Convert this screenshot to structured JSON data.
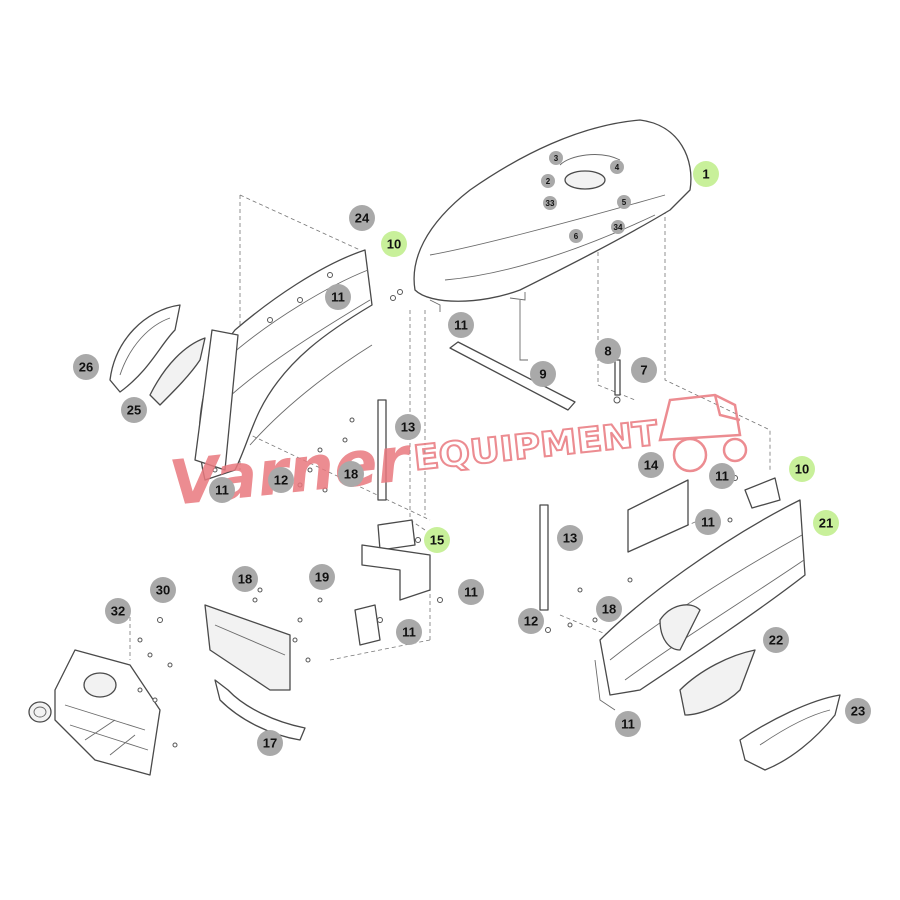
{
  "colors": {
    "callout_gray": "#a9a9a9",
    "callout_green": "#c8f09a",
    "watermark": "#e9787e"
  },
  "watermark": {
    "brand_script": "Varner",
    "brand_block": "EQUIPMENT"
  },
  "callouts": [
    {
      "label": "1",
      "style": "green"
    },
    {
      "label": "3",
      "style": "gray-small"
    },
    {
      "label": "4",
      "style": "gray-small"
    },
    {
      "label": "2",
      "style": "gray-small"
    },
    {
      "label": "33",
      "style": "gray-small"
    },
    {
      "label": "5",
      "style": "gray-small"
    },
    {
      "label": "6",
      "style": "gray-small"
    },
    {
      "label": "34",
      "style": "gray-small"
    },
    {
      "label": "24",
      "style": "gray"
    },
    {
      "label": "10",
      "style": "green"
    },
    {
      "label": "11",
      "style": "gray"
    },
    {
      "label": "11",
      "style": "gray"
    },
    {
      "label": "26",
      "style": "gray"
    },
    {
      "label": "25",
      "style": "gray"
    },
    {
      "label": "9",
      "style": "gray"
    },
    {
      "label": "8",
      "style": "gray"
    },
    {
      "label": "7",
      "style": "gray"
    },
    {
      "label": "13",
      "style": "gray"
    },
    {
      "label": "11",
      "style": "gray"
    },
    {
      "label": "12",
      "style": "gray"
    },
    {
      "label": "18",
      "style": "gray"
    },
    {
      "label": "14",
      "style": "gray"
    },
    {
      "label": "11",
      "style": "gray"
    },
    {
      "label": "10",
      "style": "green"
    },
    {
      "label": "21",
      "style": "green"
    },
    {
      "label": "11",
      "style": "gray"
    },
    {
      "label": "15",
      "style": "green"
    },
    {
      "label": "13",
      "style": "gray"
    },
    {
      "label": "18",
      "style": "gray"
    },
    {
      "label": "19",
      "style": "gray"
    },
    {
      "label": "30",
      "style": "gray"
    },
    {
      "label": "11",
      "style": "gray"
    },
    {
      "label": "32",
      "style": "gray"
    },
    {
      "label": "11",
      "style": "gray"
    },
    {
      "label": "18",
      "style": "gray"
    },
    {
      "label": "12",
      "style": "gray"
    },
    {
      "label": "22",
      "style": "gray"
    },
    {
      "label": "23",
      "style": "gray"
    },
    {
      "label": "17",
      "style": "gray"
    },
    {
      "label": "11",
      "style": "gray"
    }
  ]
}
